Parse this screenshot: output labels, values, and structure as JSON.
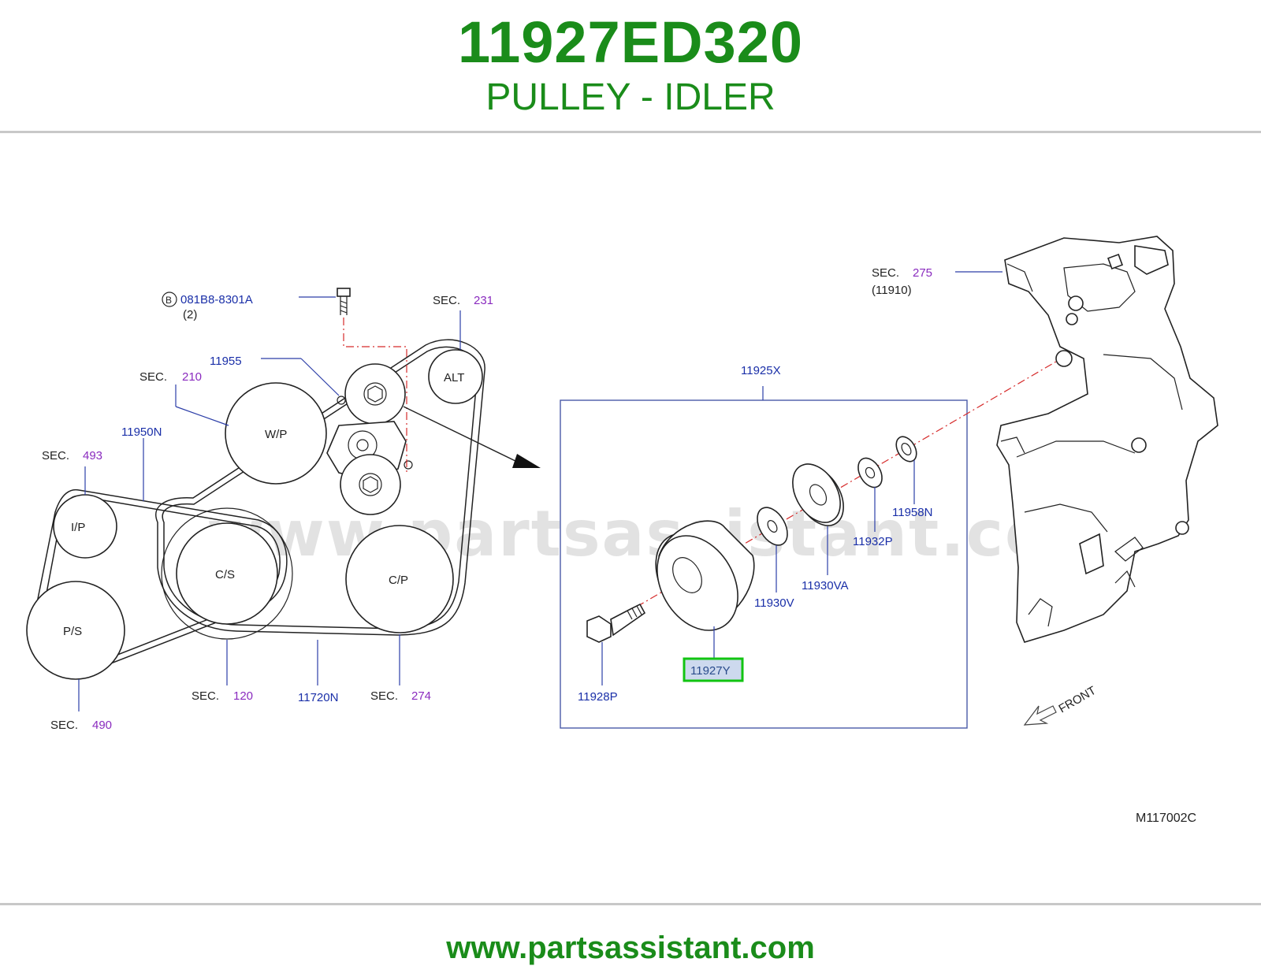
{
  "header": {
    "part_number": "11927ED320",
    "part_name": "PULLEY - IDLER"
  },
  "footer": {
    "url": "www.partsassistant.com"
  },
  "watermark": "www.partsassistant.com",
  "diagram": {
    "code": "M117002C",
    "front_label": "FRONT",
    "bolt_marker": "B",
    "bolt_part": "081B8-8301A",
    "bolt_qty": "(2)",
    "sec_prefix": "SEC.",
    "sections": {
      "s231": "231",
      "s210": "210",
      "s493": "493",
      "s120": "120",
      "s274": "274",
      "s490": "490",
      "s275": "275"
    },
    "sec275_sub": "(11910)",
    "pulleys": {
      "alt": "ALT",
      "wp": "W/P",
      "ip": "I/P",
      "cs": "C/S",
      "ps": "P/S",
      "cp": "C/P"
    },
    "parts": {
      "p11955": "11955",
      "p11950n": "11950N",
      "p11720n": "11720N",
      "p11925x": "11925X",
      "p11958n": "11958N",
      "p11932p": "11932P",
      "p11930va": "11930VA",
      "p11930v": "11930V",
      "p11927y": "11927Y",
      "p11928p": "11928P"
    },
    "colors": {
      "brand_green": "#1a8c1a",
      "part_label_blue": "#1a2fa8",
      "section_purple": "#8a2bbf",
      "highlight_green": "#12c412",
      "highlight_fill": "#cdd9ee"
    }
  }
}
